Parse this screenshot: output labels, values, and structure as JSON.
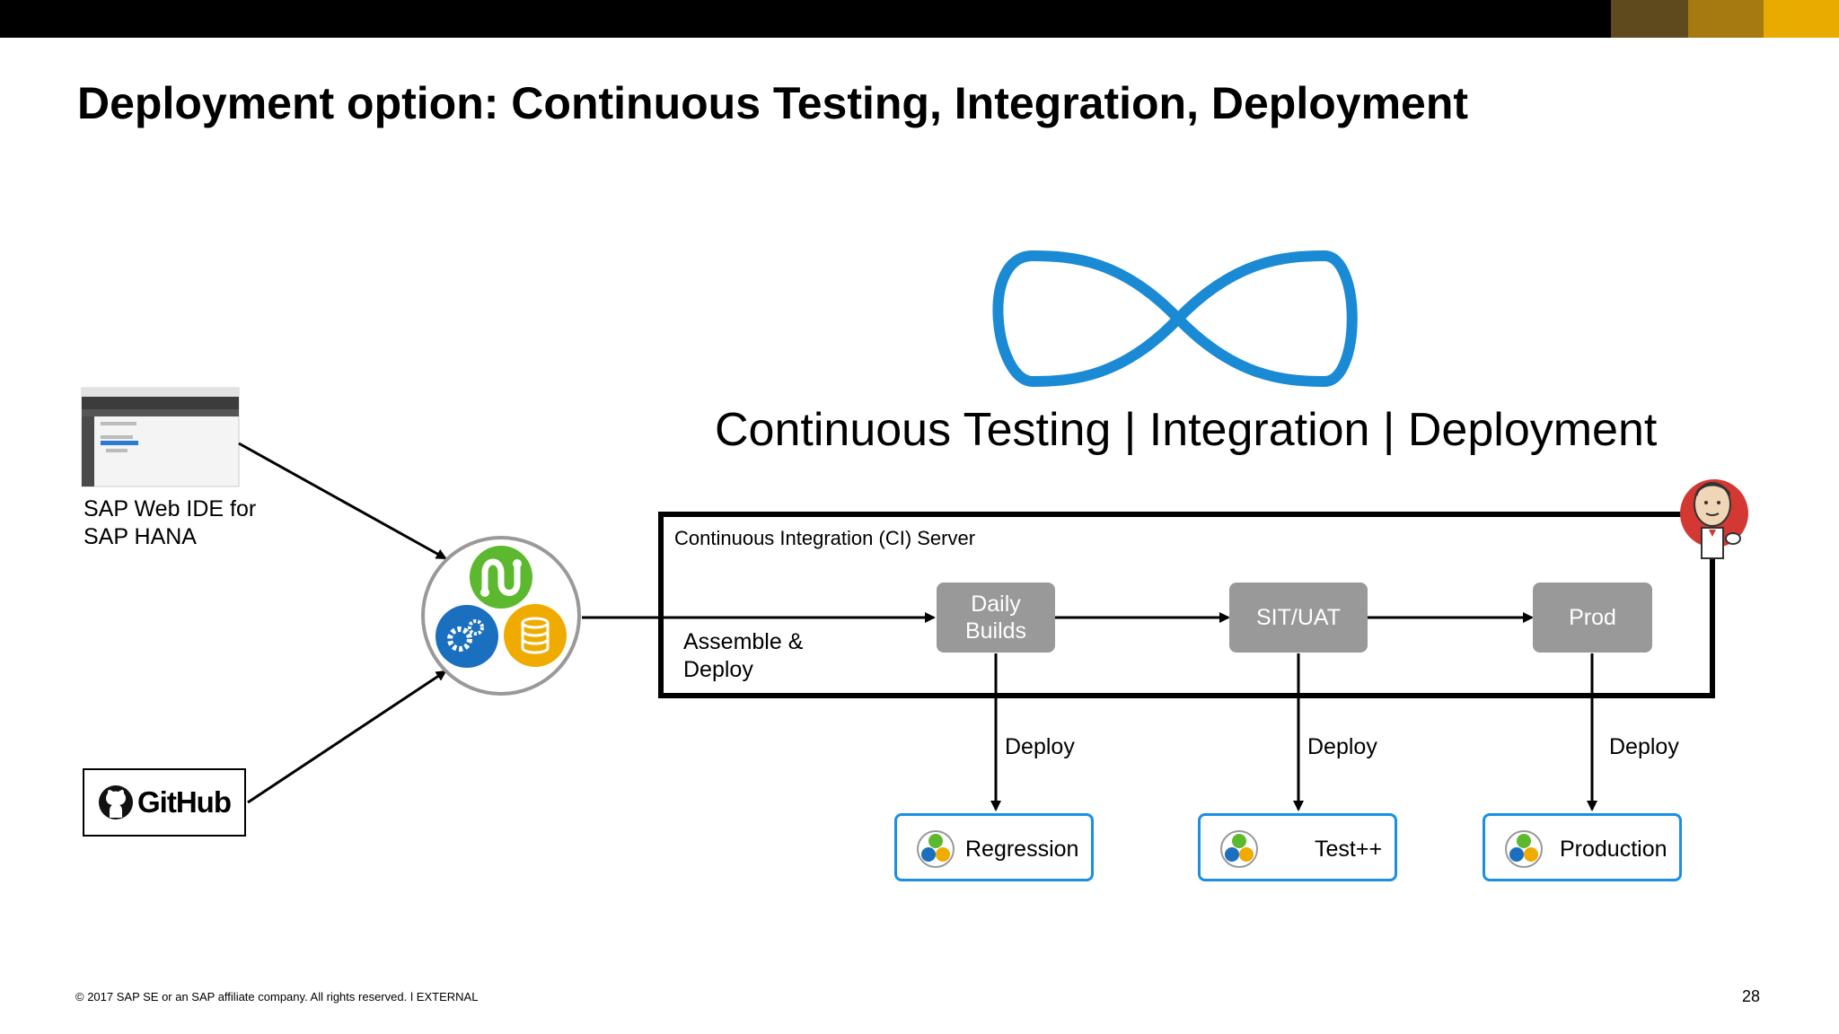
{
  "title": "Deployment option: Continuous Testing, Integration, Deployment",
  "subtitle": "Continuous Testing | Integration | Deployment",
  "sources": {
    "ide_label": "SAP Web IDE for SAP HANA",
    "github_label": "GitHub"
  },
  "ci_server_label": "Continuous Integration (CI) Server",
  "assemble_label": "Assemble & Deploy",
  "stages": [
    {
      "label": "Daily Builds",
      "deploy_label": "Deploy",
      "target": "Regression"
    },
    {
      "label": "SIT/UAT",
      "deploy_label": "Deploy",
      "target": "Test++"
    },
    {
      "label": "Prod",
      "deploy_label": "Deploy",
      "target": "Production"
    }
  ],
  "footer": "© 2017 SAP SE or an SAP affiliate company. All rights reserved.  ǀ  EXTERNAL",
  "page_number": "28",
  "colors": {
    "infinity": "#1a8ad4",
    "target_border": "#1b8fe0",
    "stage_fill": "#999999",
    "hub_green": "#5cb82e",
    "hub_blue": "#1b6fbf",
    "hub_yellow": "#f0ab00",
    "brand_bar": [
      "#5f4a1e",
      "#a67911",
      "#eaab00"
    ]
  },
  "icons": [
    "infinity-icon",
    "sap-web-ide-screenshot",
    "hana-hub-icon",
    "github-icon",
    "jenkins-icon"
  ]
}
